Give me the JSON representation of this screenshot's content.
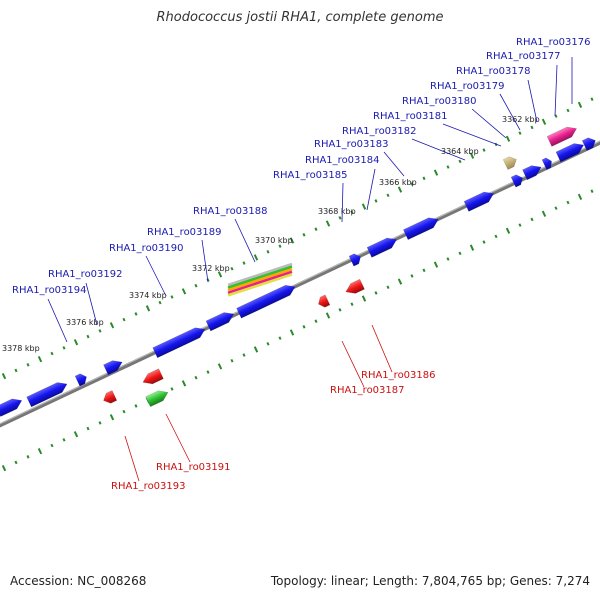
{
  "title": "Rhodococcus jostii RHA1, complete genome",
  "footer": {
    "accession": "Accession: NC_008268",
    "summary": "Topology: linear; Length: 7,804,765 bp; Genes: 7,274"
  },
  "colors": {
    "forward_gene": "#1010f0",
    "reverse_gene": "#f01010",
    "forward_label": "#1a1ab0",
    "reverse_label": "#cc1010",
    "backbone": "#888888",
    "tick": "#2a8a2a",
    "highlight_pink": "#e8208c",
    "highlight_tan": "#c8b070",
    "highlight_green": "#30c030"
  },
  "scale_labels": [
    "3362 kbp",
    "3364 kbp",
    "3366 kbp",
    "3368 kbp",
    "3370 kbp",
    "3372 kbp",
    "3374 kbp",
    "3376 kbp",
    "3378 kbp"
  ],
  "forward_labels": [
    "RHA1_ro03176",
    "RHA1_ro03177",
    "RHA1_ro03178",
    "RHA1_ro03179",
    "RHA1_ro03180",
    "RHA1_ro03181",
    "RHA1_ro03182",
    "RHA1_ro03183",
    "RHA1_ro03184",
    "RHA1_ro03185",
    "RHA1_ro03188",
    "RHA1_ro03189",
    "RHA1_ro03190",
    "RHA1_ro03192",
    "RHA1_ro03194"
  ],
  "reverse_labels": [
    "RHA1_ro03186",
    "RHA1_ro03187",
    "RHA1_ro03191",
    "RHA1_ro03193"
  ]
}
